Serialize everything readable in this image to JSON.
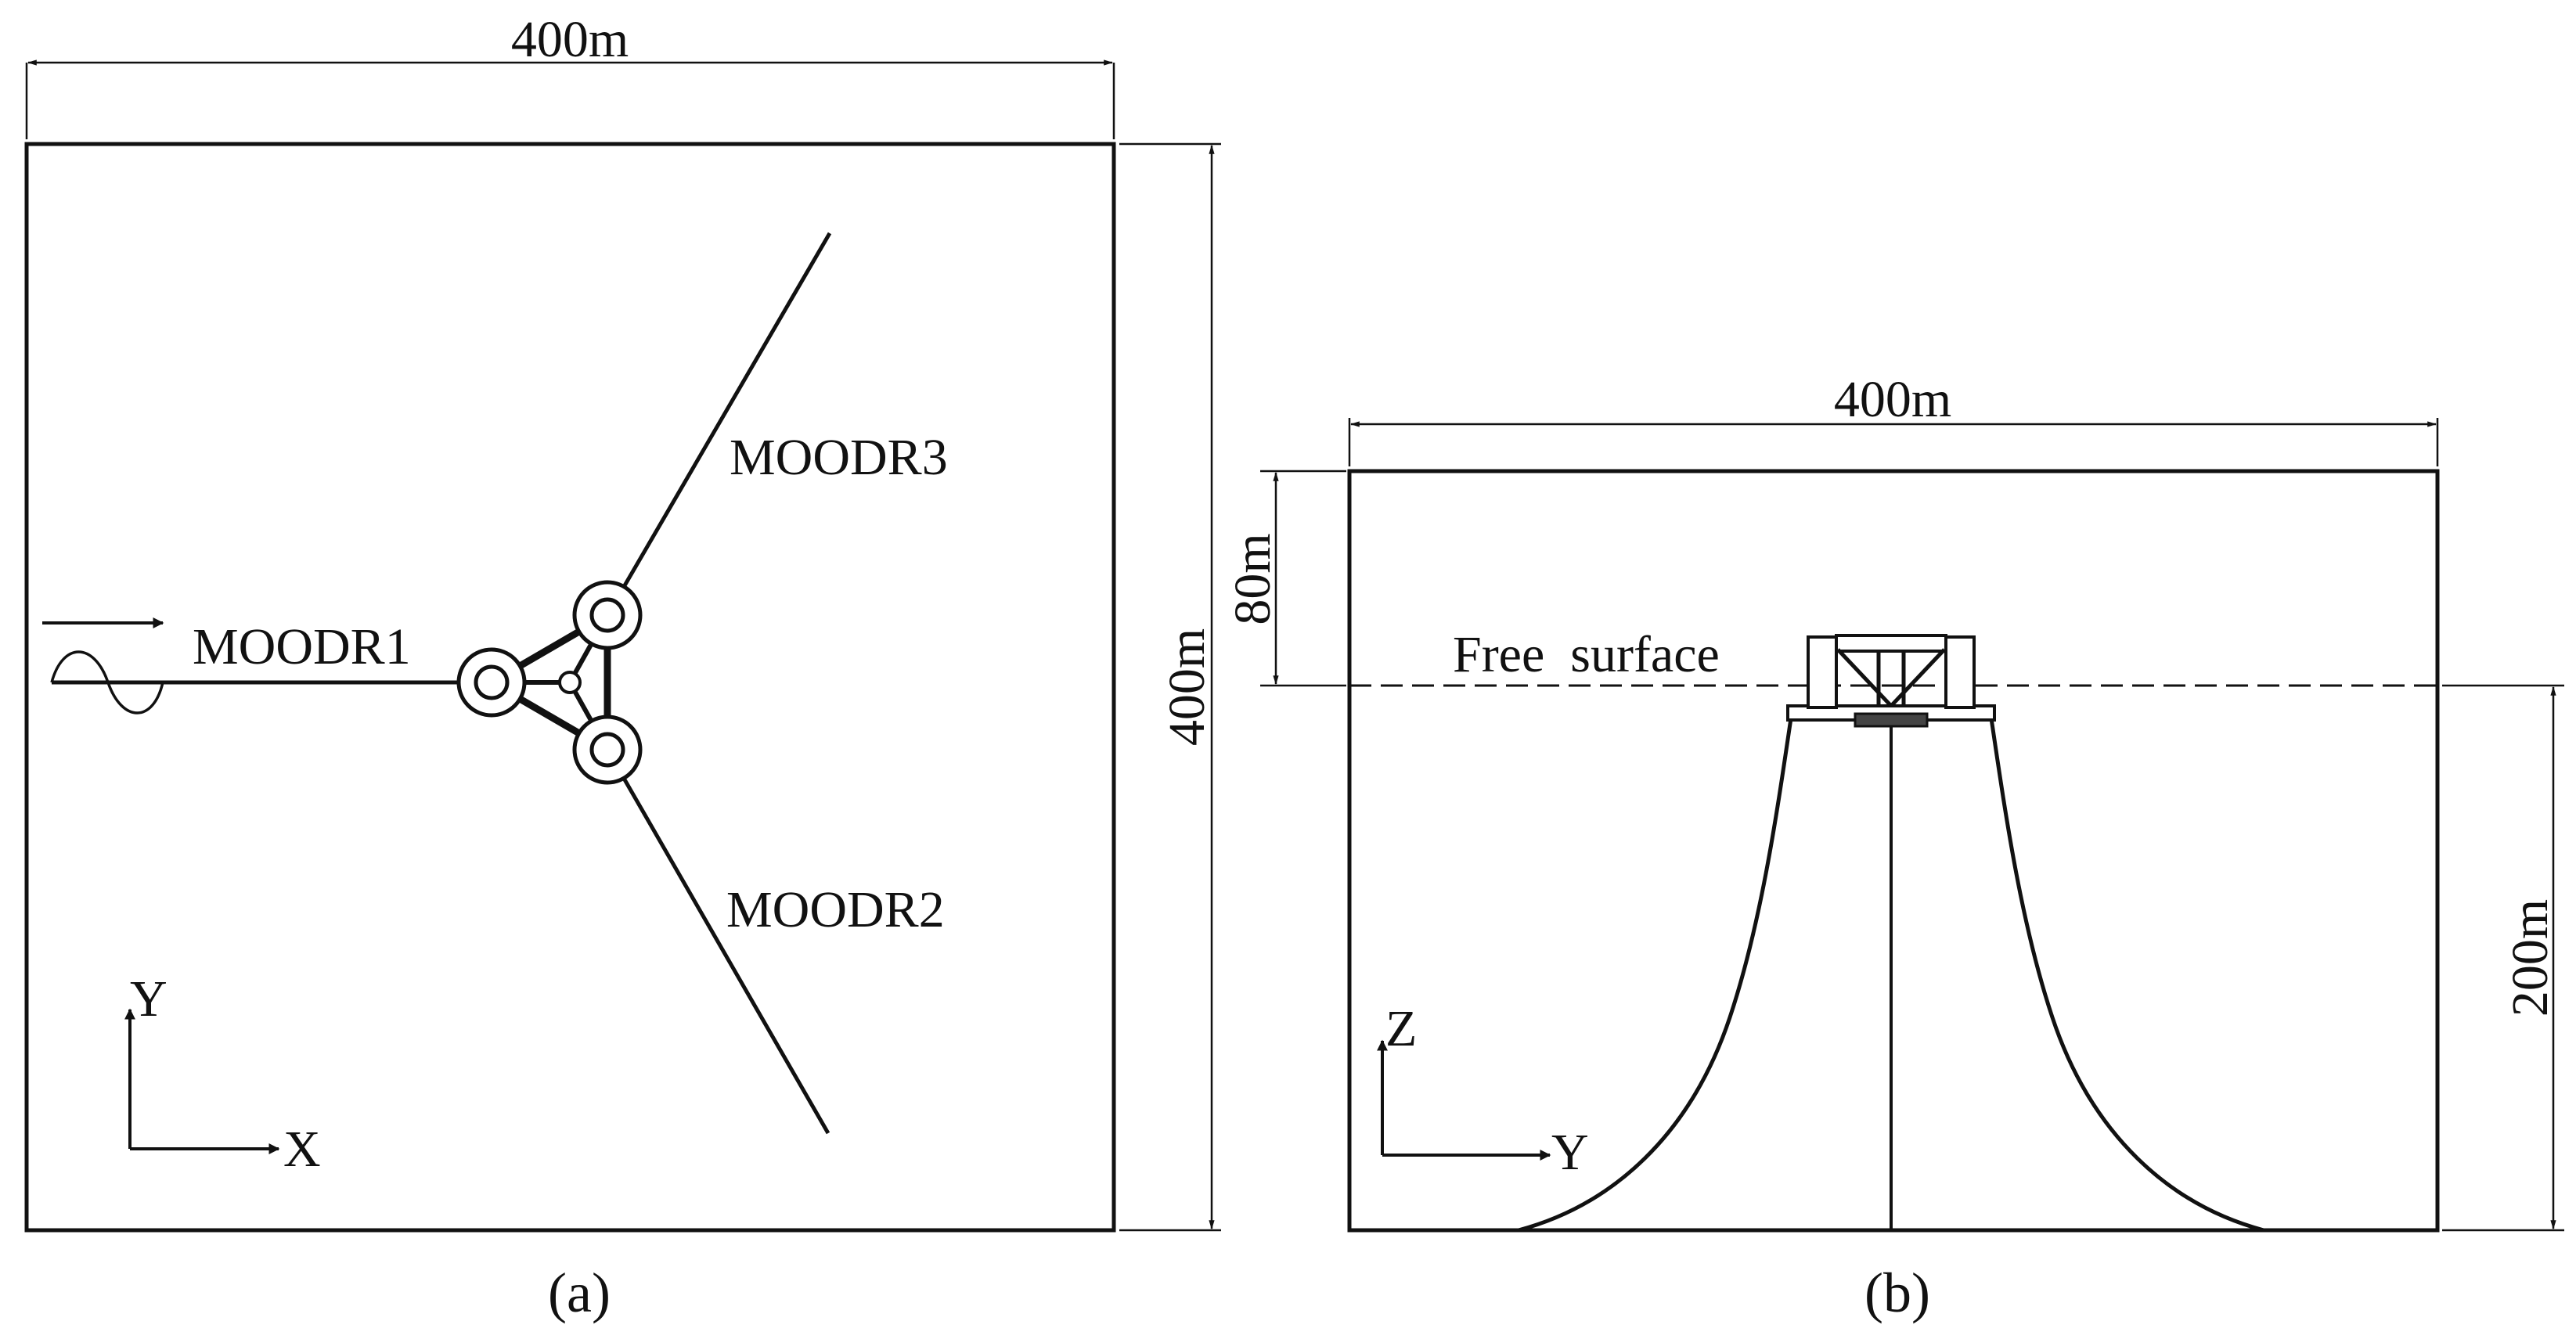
{
  "panel_a": {
    "width_dim": "400m",
    "height_dim": "400m",
    "mooring_labels": [
      "MOODR1",
      "MOODR2",
      "MOODR3"
    ],
    "axis_y": "Y",
    "axis_x": "X",
    "caption": "(a)"
  },
  "panel_b": {
    "width_dim": "400m",
    "air_gap_dim": "80m",
    "depth_dim": "200m",
    "free_surface_label": "Free  surface",
    "axis_z": "Z",
    "axis_y": "Y",
    "caption": "(b)"
  },
  "colors": {
    "line": "#111111",
    "background": "#ffffff"
  }
}
